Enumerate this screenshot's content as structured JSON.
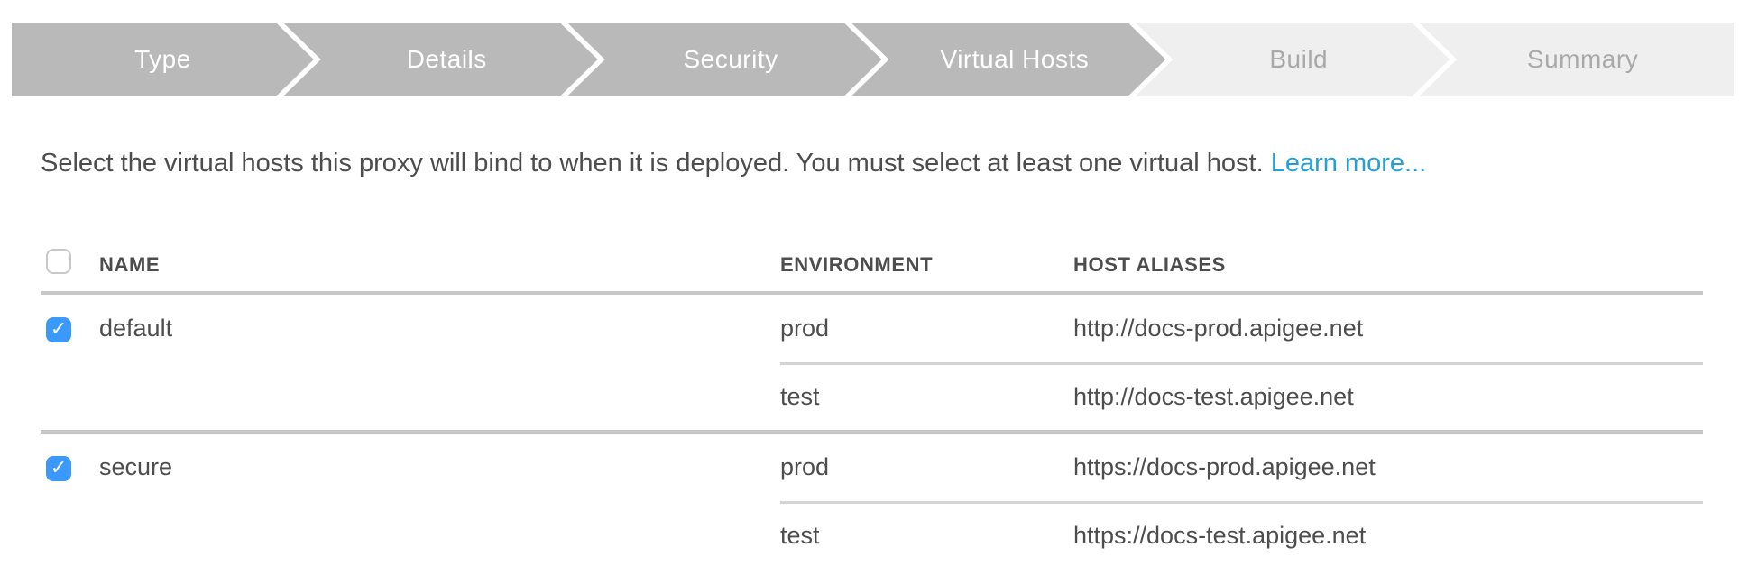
{
  "stepper": {
    "steps": [
      {
        "label": "Type",
        "state": "done"
      },
      {
        "label": "Details",
        "state": "done"
      },
      {
        "label": "Security",
        "state": "done"
      },
      {
        "label": "Virtual Hosts",
        "state": "active"
      },
      {
        "label": "Build",
        "state": "upcoming"
      },
      {
        "label": "Summary",
        "state": "upcoming"
      }
    ]
  },
  "description": {
    "text": "Select the virtual hosts this proxy will bind to when it is deployed. You must select at least one virtual host.",
    "link_label": "Learn more..."
  },
  "table": {
    "columns": {
      "name": "NAME",
      "environment": "ENVIRONMENT",
      "host_aliases": "HOST ALIASES"
    },
    "select_all_checked": false,
    "rows": [
      {
        "name": "default",
        "checked": true,
        "environments": [
          {
            "environment": "prod",
            "host_alias": "http://docs-prod.apigee.net"
          },
          {
            "environment": "test",
            "host_alias": "http://docs-test.apigee.net"
          }
        ]
      },
      {
        "name": "secure",
        "checked": true,
        "environments": [
          {
            "environment": "prod",
            "host_alias": "https://docs-prod.apigee.net"
          },
          {
            "environment": "test",
            "host_alias": "https://docs-test.apigee.net"
          }
        ]
      }
    ]
  },
  "colors": {
    "step_active_bg": "#b9b9b9",
    "step_active_text": "#ffffff",
    "step_upcoming_bg": "#efefef",
    "step_upcoming_text": "#a9a9a9",
    "text": "#4d4d4d",
    "header_text": "#4d4d4d",
    "link": "#249fd8",
    "checkbox_checked": "#3b99fc",
    "checkbox_border": "#c8c8c8",
    "divider_thick": "#c7c7c7",
    "divider_thin": "#d4d4d4"
  }
}
